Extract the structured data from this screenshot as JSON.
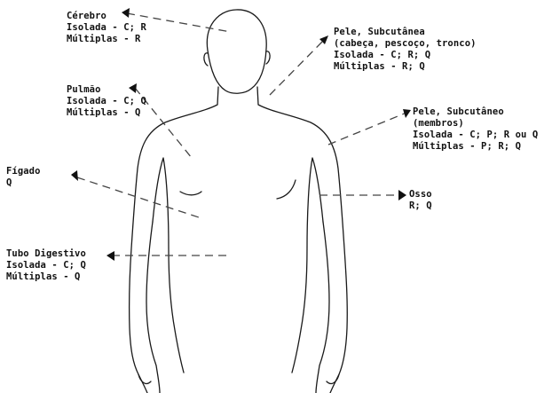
{
  "labels": {
    "cerebro": {
      "title": "Cérebro",
      "line1": "Isolada - C; R",
      "line2": "Múltiplas - R"
    },
    "pulmao": {
      "title": "Pulmão",
      "line1": "Isolada - C; Q",
      "line2": "Múltiplas - Q"
    },
    "figado": {
      "title": "Fígado",
      "line1": "Q"
    },
    "tubo": {
      "title": "Tubo Digestivo",
      "line1": "Isolada - C; Q",
      "line2": "Múltiplas - Q"
    },
    "pele_tronco": {
      "title": "Pele, Subcutânea",
      "subtitle": "(cabeça, pescoço, tronco)",
      "line1": "Isolada - C; R; Q",
      "line2": "Múltiplas - R; Q"
    },
    "pele_membros": {
      "title": "Pele, Subcutâneo",
      "subtitle": "(membros)",
      "line1": "Isolada - C; P; R ou Q",
      "line2": "Múltiplas - P; R; Q"
    },
    "osso": {
      "title": "Osso",
      "line1": "R; Q"
    }
  }
}
